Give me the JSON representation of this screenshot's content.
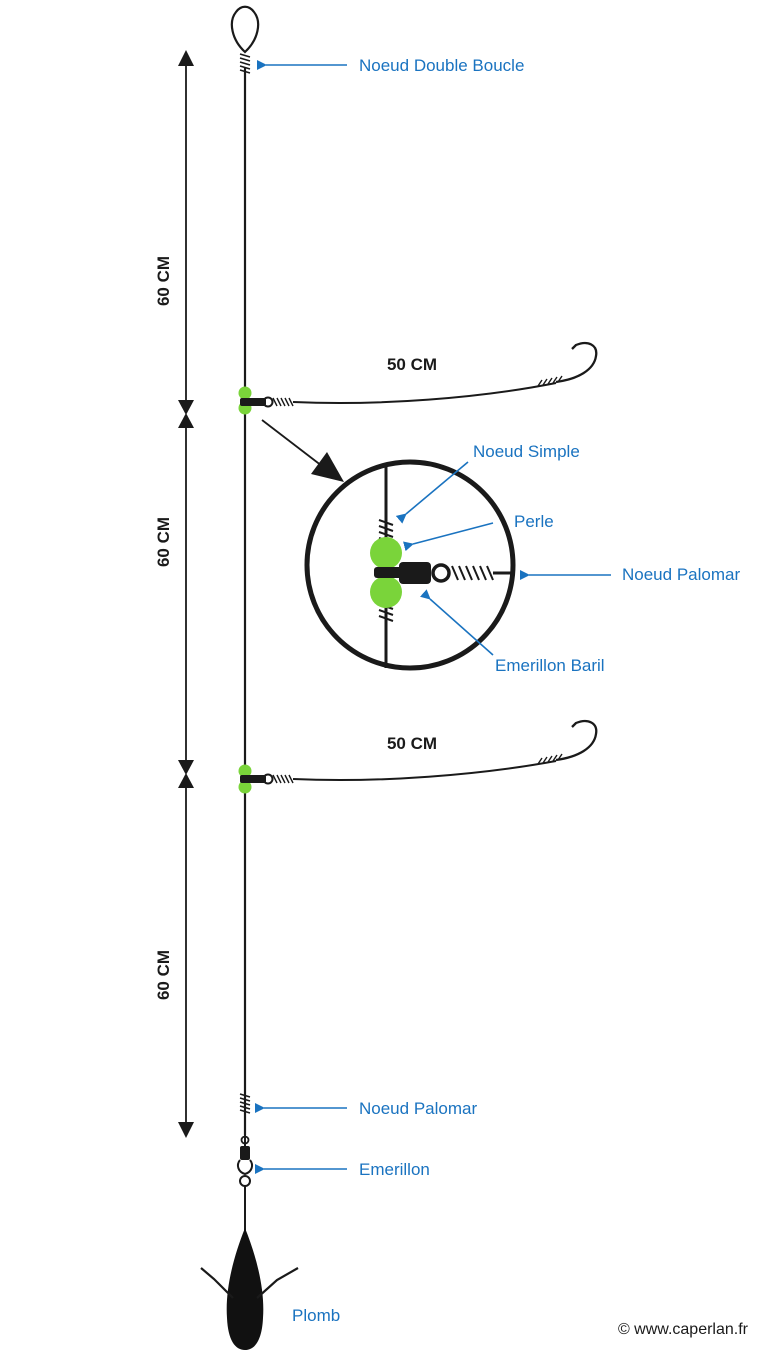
{
  "labels": {
    "double_loop_knot": "Noeud Double Boucle",
    "simple_knot": "Noeud Simple",
    "bead": "Perle",
    "palomar_knot_detail": "Noeud Palomar",
    "barrel_swivel": "Emerillon Baril",
    "palomar_knot_bottom": "Noeud Palomar",
    "swivel": "Emerillon",
    "sinker": "Plomb"
  },
  "dimensions": {
    "segment_1": "60 CM",
    "segment_2": "60 CM",
    "segment_3": "60 CM",
    "snood_1": "50 CM",
    "snood_2": "50 CM"
  },
  "credit": "© www.caperlan.fr",
  "colors": {
    "label_blue": "#1a73c0",
    "line": "#1a1a1a",
    "bead_green": "#7ad43a",
    "background": "#ffffff"
  }
}
